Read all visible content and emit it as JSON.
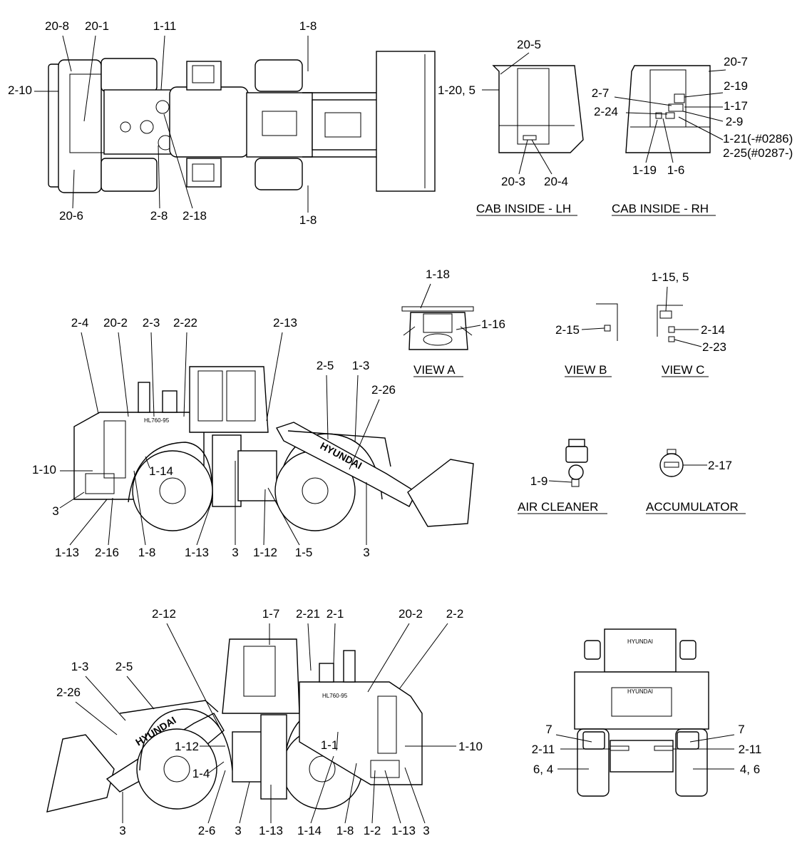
{
  "titles": {
    "cab_lh": "CAB INSIDE - LH",
    "cab_rh": "CAB INSIDE - RH",
    "view_a": "VIEW A",
    "view_b": "VIEW B",
    "view_c": "VIEW C",
    "air_cleaner": "AIR CLEANER",
    "accumulator": "ACCUMULATOR"
  },
  "brand": "HYUNDAI",
  "model": "HL760-95",
  "top_view": [
    "20-8",
    "20-1",
    "1-11",
    "1-8",
    "2-10",
    "20-6",
    "2-8",
    "2-18",
    "1-8"
  ],
  "cab_lh": [
    "20-5",
    "1-20, 5",
    "20-3",
    "20-4"
  ],
  "cab_rh": [
    "20-7",
    "2-19",
    "2-7",
    "1-17",
    "2-24",
    "2-9",
    "1-21(-#0286)",
    "2-25(#0287-)",
    "1-19",
    "1-6"
  ],
  "view_a": [
    "1-18",
    "1-16"
  ],
  "view_b": [
    "2-15"
  ],
  "view_c": [
    "1-15, 5",
    "2-14",
    "2-23"
  ],
  "air_cleaner": [
    "1-9"
  ],
  "accumulator": [
    "2-17"
  ],
  "side_lh": [
    "2-4",
    "20-2",
    "2-3",
    "2-22",
    "2-13",
    "2-5",
    "1-3",
    "2-26",
    "1-10",
    "1-14",
    "3",
    "1-13",
    "2-16",
    "1-8",
    "1-13",
    "3",
    "1-12",
    "1-5",
    "3"
  ],
  "side_rh": [
    "2-12",
    "1-7",
    "2-21",
    "2-1",
    "20-2",
    "2-2",
    "1-3",
    "2-5",
    "2-26",
    "1-12",
    "1-4",
    "1-1",
    "1-10",
    "3",
    "2-6",
    "3",
    "1-13",
    "1-14",
    "1-8",
    "1-2",
    "1-13",
    "3"
  ],
  "rear_view": [
    "7",
    "7",
    "2-11",
    "2-11",
    "6, 4",
    "4, 6"
  ]
}
